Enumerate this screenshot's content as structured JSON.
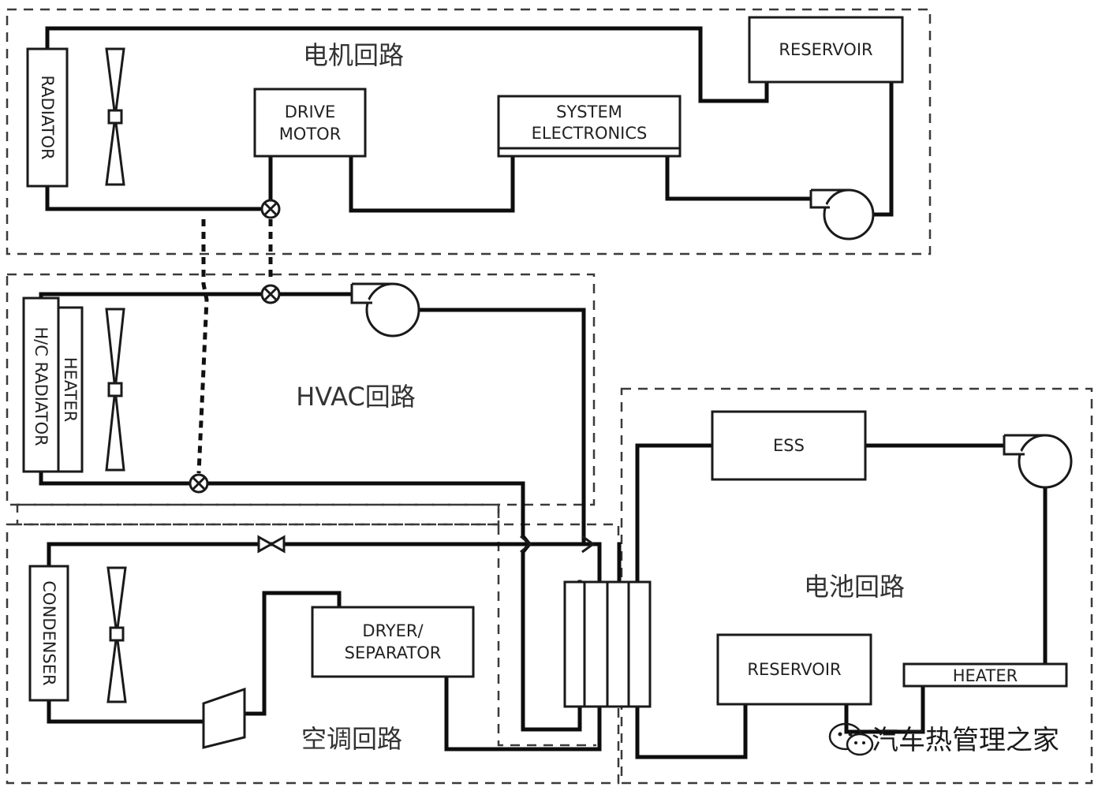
{
  "regions": {
    "motor_loop": "电机回路",
    "hvac_loop": "HVAC回路",
    "battery_loop": "电池回路",
    "ac_loop": "空调回路"
  },
  "components": {
    "radiator": "RADIATOR",
    "drive_motor_line1": "DRIVE",
    "drive_motor_line2": "MOTOR",
    "system_electronics_line1": "SYSTEM",
    "system_electronics_line2": "ELECTRONICS",
    "reservoir_top": "RESERVOIR",
    "hc_radiator": "H/C RADIATOR",
    "heater_vertical": "HEATER",
    "ess": "ESS",
    "condenser": "CONDENSER",
    "dryer_line1": "DRYER/",
    "dryer_line2": "SEPARATOR",
    "reservoir_bottom": "RESERVOIR",
    "heater_horizontal": "HEATER"
  },
  "watermark": {
    "text": "汽车热管理之家",
    "icon": "wechat-icon"
  }
}
